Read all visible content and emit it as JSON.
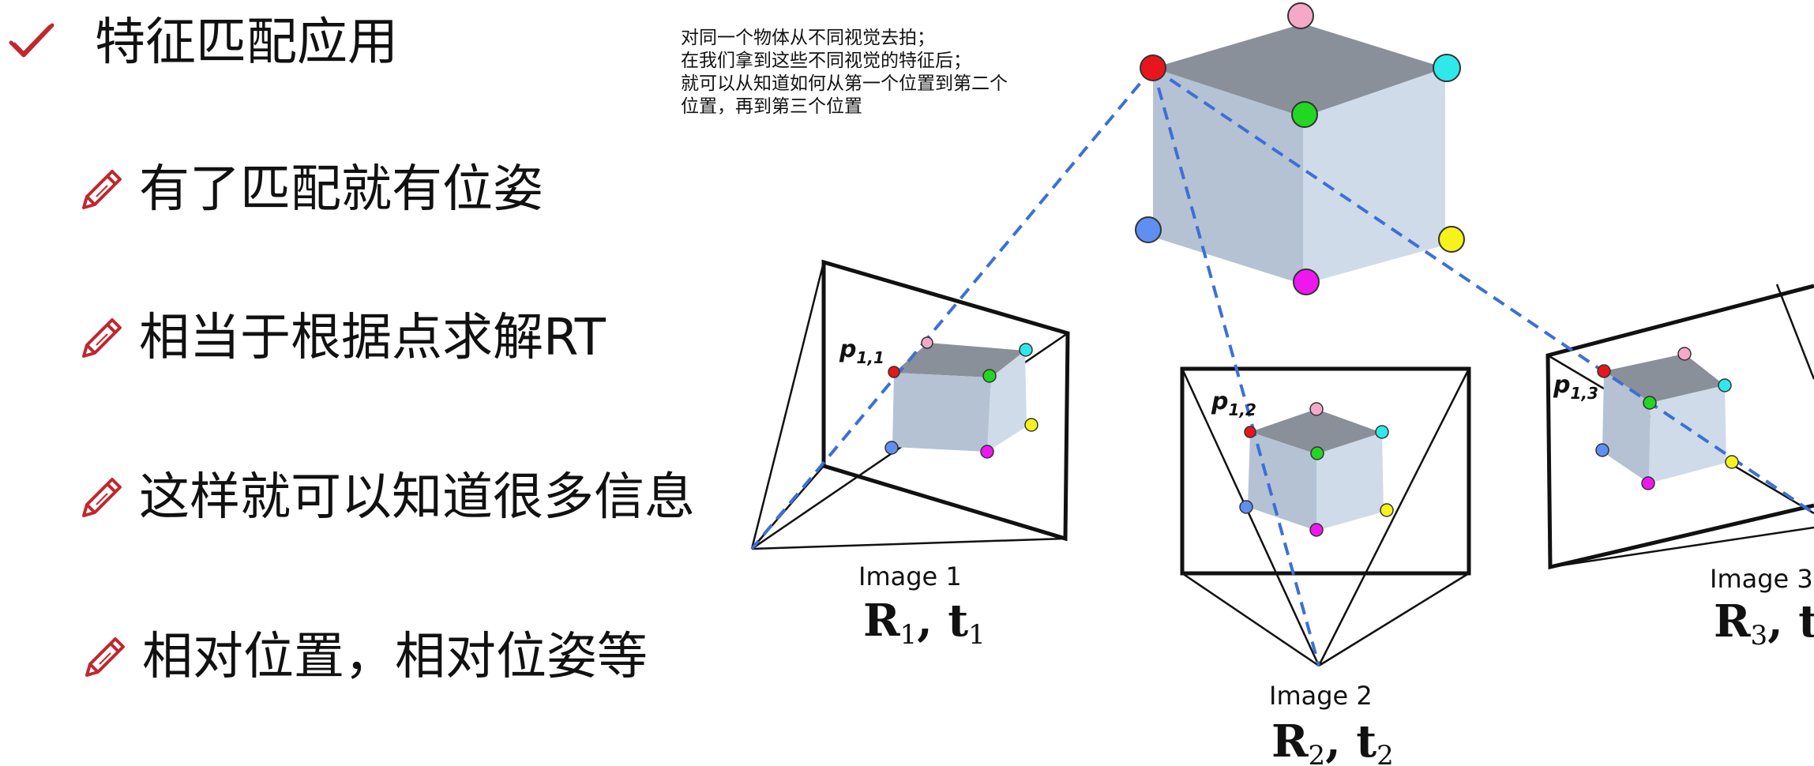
{
  "slide": {
    "title": "特征匹配应用",
    "bullets": [
      "有了匹配就有位姿",
      "相当于根据点求解RT",
      "这样就可以知道很多信息",
      "相对位置，相对位姿等"
    ],
    "note_lines": [
      "对同一个物体从不同视觉去拍；",
      "在我们拿到这些不同视觉的特征后；",
      "就可以从知道如何从第一个位置到第二个",
      "位置，再到第三个位置"
    ]
  },
  "diagram": {
    "views": [
      {
        "point_label": "p",
        "point_index": "1,1",
        "image_label": "Image 1",
        "pose_r": "R",
        "pose_t": "t",
        "pose_index": "1"
      },
      {
        "point_label": "p",
        "point_index": "1,2",
        "image_label": "Image 2",
        "pose_r": "R",
        "pose_t": "t",
        "pose_index": "2"
      },
      {
        "point_label": "p",
        "point_index": "1,3",
        "image_label": "Image 3",
        "pose_r": "R",
        "pose_t": "t",
        "pose_index": "3"
      }
    ]
  },
  "colors": {
    "accent_red": "#c0282e",
    "dashed_line": "#3d6fd6",
    "cube_top": "#8a9099",
    "cube_front": "#b9c7d8",
    "cube_side": "#cfdbe8",
    "dot_colors": [
      "#e8151c",
      "#f6a8c8",
      "#2ee8ea",
      "#22d622",
      "#5f8ff0",
      "#f7f21a",
      "#ee18ee"
    ]
  },
  "icons": {
    "title": "check-icon",
    "bullet": "pencil-icon"
  }
}
